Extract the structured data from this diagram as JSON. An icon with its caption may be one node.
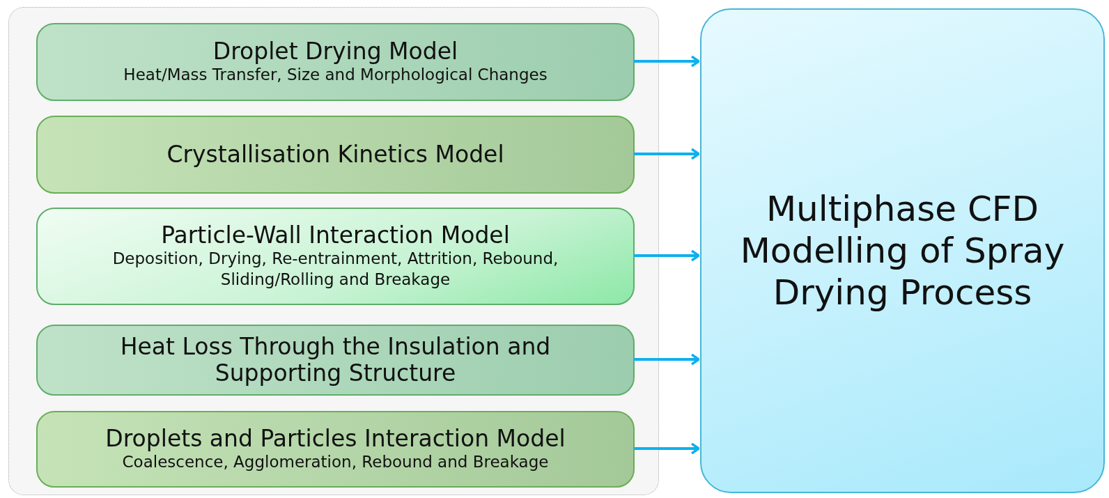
{
  "diagram": {
    "nodes": [
      {
        "text": [],
        "shape": "box"
      },
      {
        "text": [
          "Droplet Drying Model",
          "Heat/Mass Transfer, Size and Morphological Changes"
        ],
        "in": 0
      },
      {
        "text": [
          "Crystallisation Kinetics Model"
        ],
        "in": 0
      },
      {
        "text": [
          "Particle-Wall Interaction Model",
          "Deposition, Drying, Re-entrainment, Attrition, Rebound, Sliding/Rolling and Breakage"
        ],
        "in": 0
      },
      {
        "text": [
          "Heat Loss Through the Insulation and Supporting Structure"
        ],
        "in": 0
      },
      {
        "text": [
          "Droplets and Particles Interaction Model",
          "Coalescence, Agglomeration, Rebound and Breakage"
        ],
        "in": 0
      },
      {
        "text": [
          "Multiphase CFD Modelling of Spray Drying Process"
        ]
      }
    ],
    "edges": [
      {
        "from": 1,
        "to": 6,
        "arrow": "to"
      },
      {
        "from": 2,
        "to": 6,
        "arrow": "to"
      },
      {
        "from": 3,
        "to": 6,
        "arrow": "to"
      },
      {
        "from": 4,
        "to": 6,
        "arrow": "to"
      },
      {
        "from": 5,
        "to": 6,
        "arrow": "to"
      }
    ]
  }
}
